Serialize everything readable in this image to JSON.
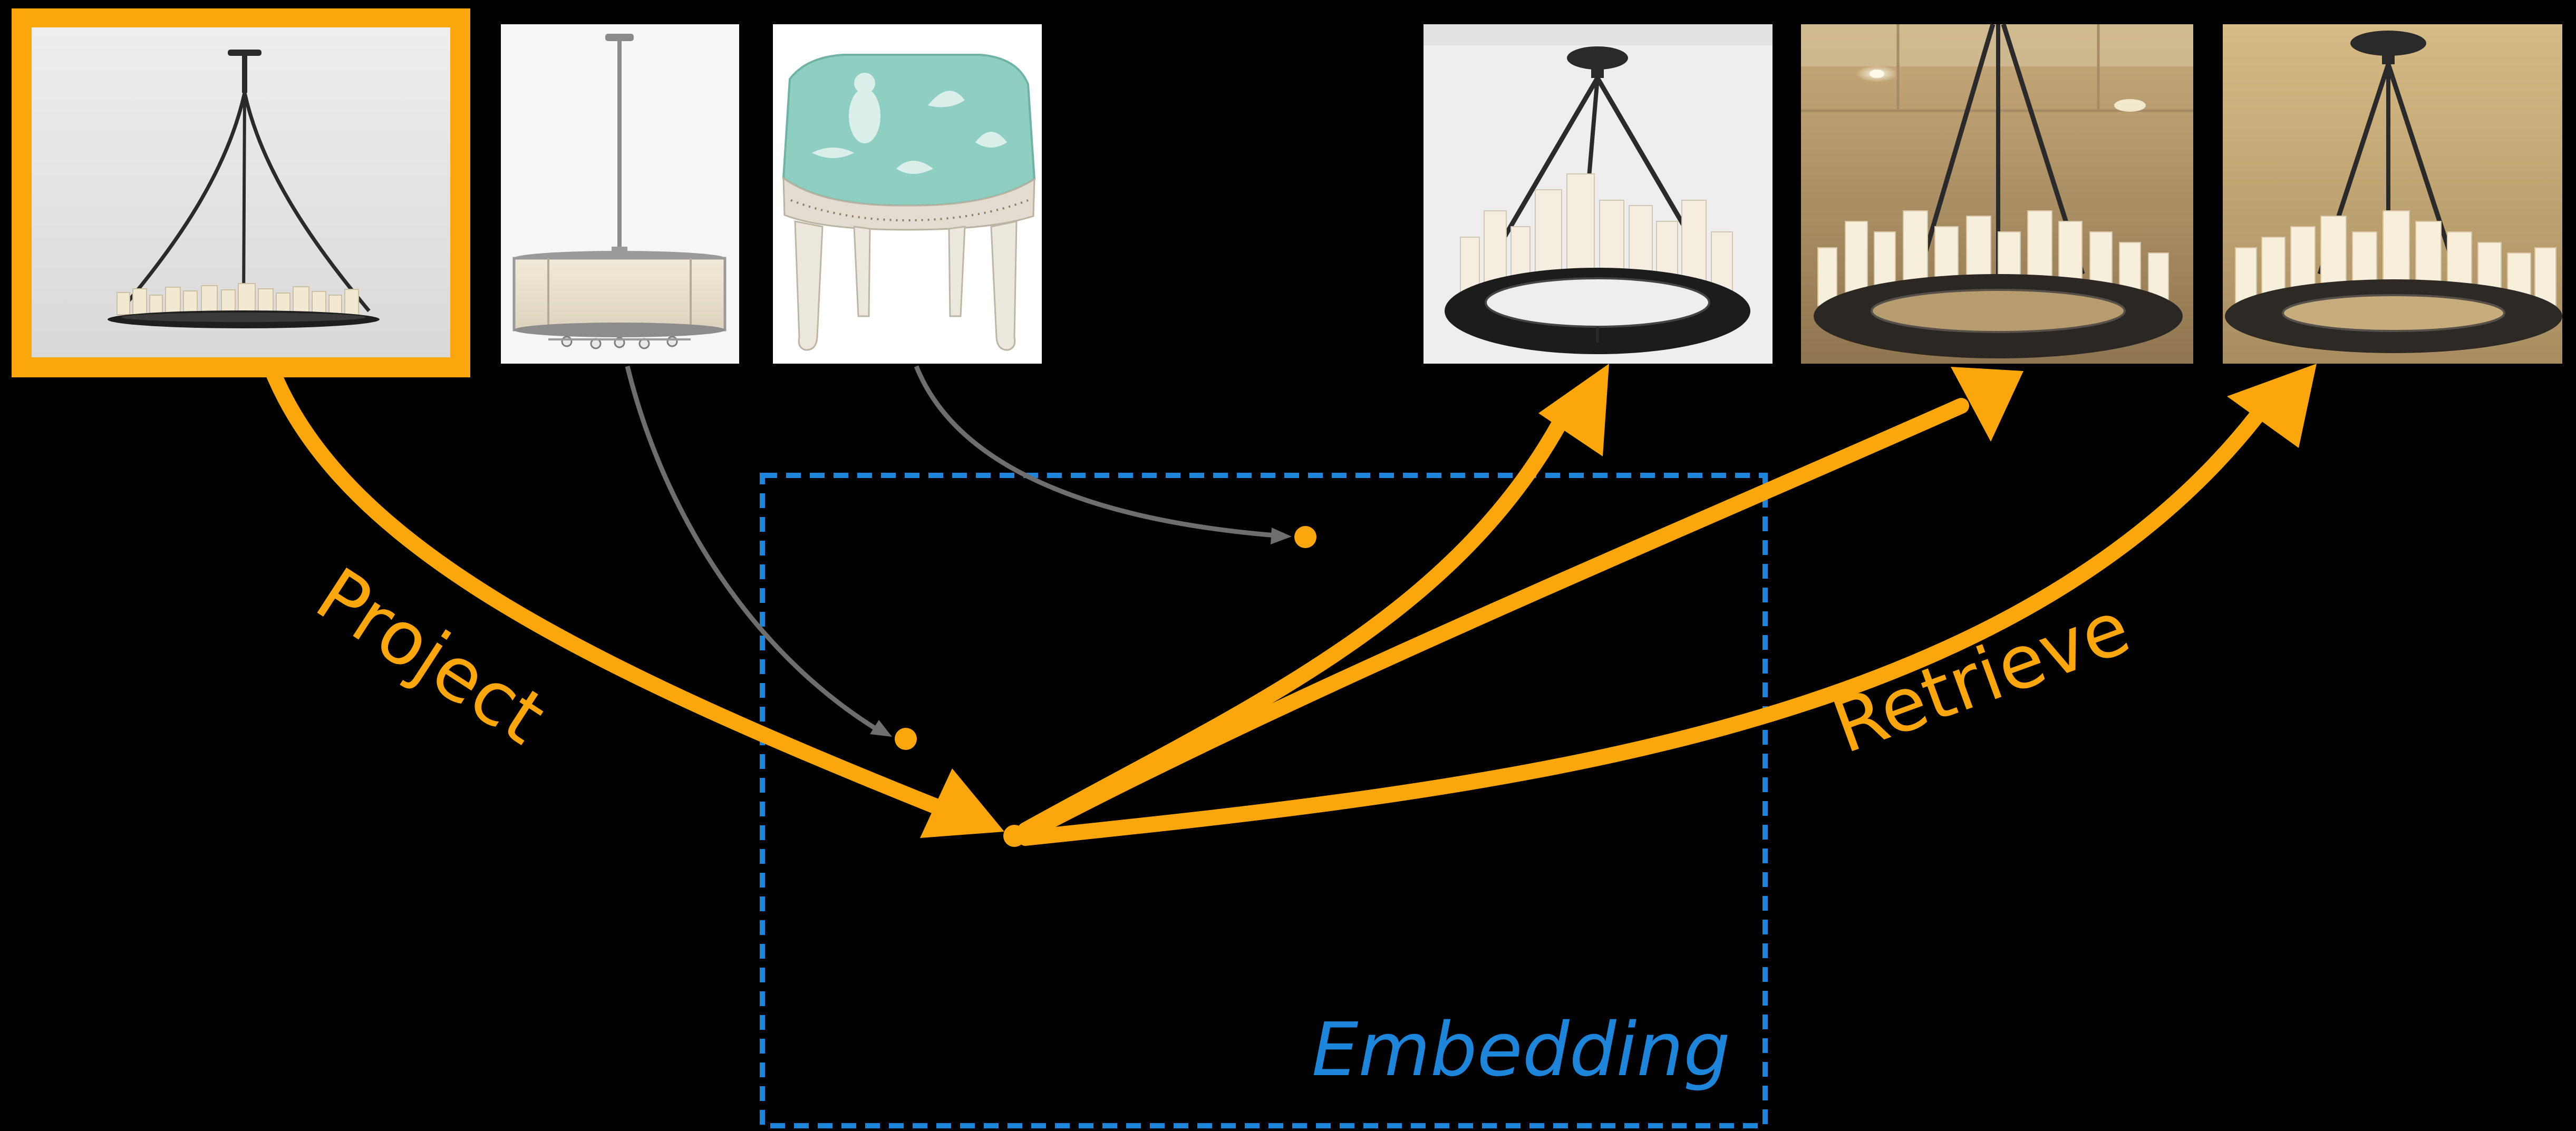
{
  "labels": {
    "project": "Project",
    "retrieve": "Retrieve",
    "embedding": "Embedding"
  },
  "colors": {
    "background": "#000000",
    "accent": "#FBA60B",
    "neutral": "#6E6E6E",
    "embedding": "#1E86DA"
  },
  "images": [
    {
      "subject": "chandelier-photo",
      "role": "query"
    },
    {
      "subject": "pendant-drum-lamp-photo",
      "role": "other-item"
    },
    {
      "subject": "upholstered-stool-photo",
      "role": "other-item"
    },
    {
      "subject": "chandelier-photo",
      "role": "retrieved-result"
    },
    {
      "subject": "chandelier-photo",
      "role": "retrieved-result"
    },
    {
      "subject": "chandelier-photo",
      "role": "retrieved-result"
    }
  ]
}
